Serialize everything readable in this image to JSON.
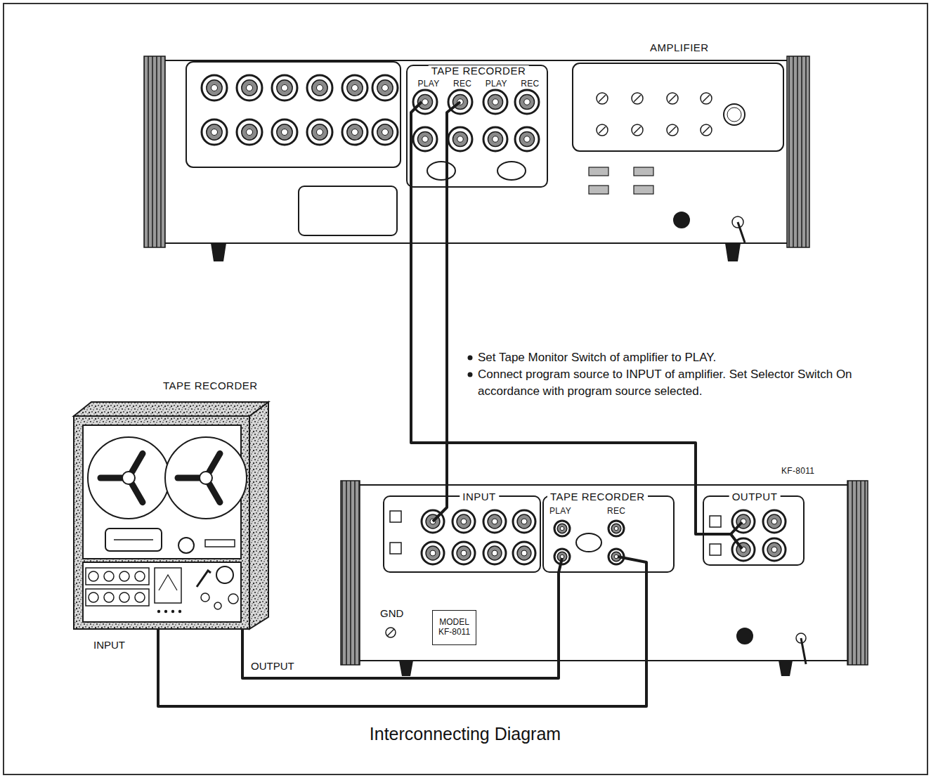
{
  "diagram": {
    "caption": "Interconnecting Diagram",
    "nodes": [
      {
        "text": [
          "AMPLIFIER"
        ]
      },
      {
        "text": [
          "TAPE RECORDER",
          "PLAY REC PLAY REC"
        ],
        "in": 0
      },
      {
        "text": [
          "TAPE RECORDER"
        ]
      },
      {
        "text": [
          "KF-8011"
        ]
      },
      {
        "text": [
          "INPUT"
        ],
        "in": 3
      },
      {
        "text": [
          "TAPE RECORDER",
          "PLAY",
          "REC"
        ],
        "in": 3
      },
      {
        "text": [
          "OUTPUT"
        ],
        "in": 3
      },
      {
        "text": [
          "MODEL KF-8011"
        ],
        "in": 3
      }
    ],
    "edges": [
      {
        "from": 1,
        "to": 4,
        "arrow": "none"
      },
      {
        "from": 1,
        "to": 6,
        "arrow": "none"
      },
      {
        "from": 2,
        "to": 5,
        "arrow": "none"
      },
      {
        "from": 2,
        "to": 5,
        "arrow": "none"
      }
    ],
    "labels": [
      "Set Tape Monitor Switch of amplifier to PLAY.",
      "Connect program source to INPUT of amplifier. Set Selector Switch On accordance with program source selected.",
      "INPUT",
      "OUTPUT",
      "GND"
    ]
  }
}
